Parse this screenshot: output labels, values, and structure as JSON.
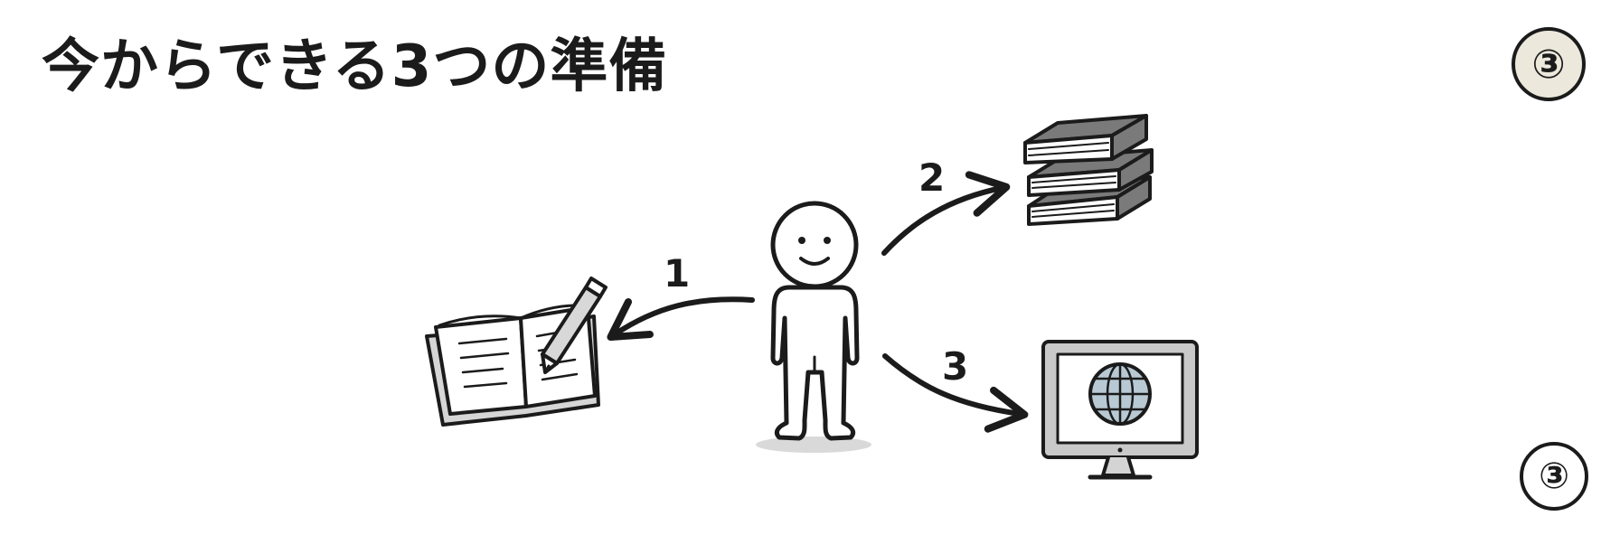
{
  "title": "今からできる3つの準備",
  "badges": {
    "top": "③",
    "bottom": "③"
  },
  "steps": [
    {
      "number": "1",
      "icon": "notebook-pencil-icon"
    },
    {
      "number": "2",
      "icon": "books-stack-icon"
    },
    {
      "number": "3",
      "icon": "computer-globe-icon"
    }
  ],
  "colors": {
    "ink": "#1b1b1b",
    "badge_fill": "#ece8dc",
    "shadow": "#d9d9d9",
    "monitor_gray": "#c9c9c9",
    "globe_blue": "#b8c9d4"
  }
}
